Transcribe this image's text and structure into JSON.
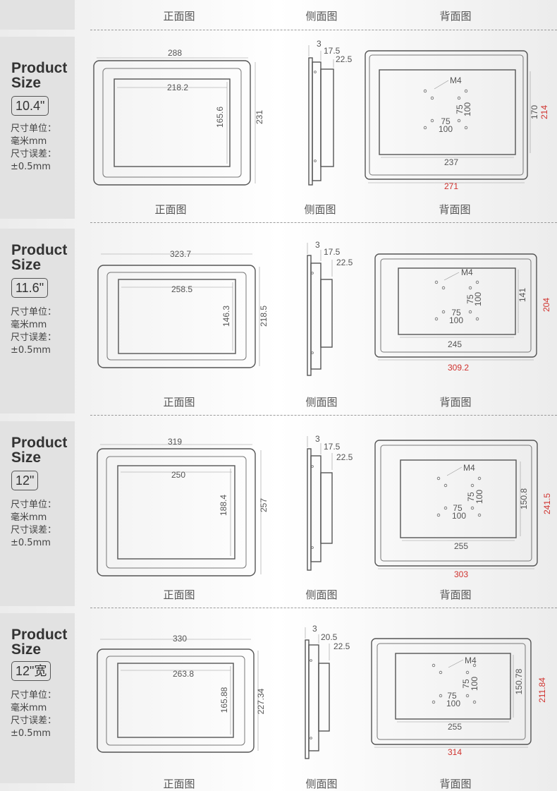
{
  "view_labels": {
    "front": "正面图",
    "side": "侧面图",
    "back": "背面图"
  },
  "panels": [
    {
      "title": "Product Size",
      "size": "10.4\"",
      "unit_label": "尺寸单位：",
      "unit_value": "毫米mm",
      "tol_label": "尺寸误差：",
      "tol_value": "±0.5mm",
      "front": {
        "outer_w": "288",
        "outer_h": "231",
        "screen_w": "218.2",
        "screen_h": "165.6"
      },
      "side": {
        "d1": "3",
        "d2": "17.5",
        "d3": "22.5"
      },
      "back": {
        "vesa_label": "M4",
        "vesa_a": "75",
        "vesa_b": "100",
        "inner_w": "237",
        "inner_h": "170",
        "outer_w": "271",
        "outer_h": "214"
      }
    },
    {
      "title": "Product Size",
      "size": "11.6\"",
      "unit_label": "尺寸单位：",
      "unit_value": "毫米mm",
      "tol_label": "尺寸误差：",
      "tol_value": "±0.5mm",
      "front": {
        "outer_w": "323.7",
        "outer_h": "218.5",
        "screen_w": "258.5",
        "screen_h": "146.3"
      },
      "side": {
        "d1": "3",
        "d2": "17.5",
        "d3": "22.5"
      },
      "back": {
        "vesa_label": "M4",
        "vesa_a": "75",
        "vesa_b": "100",
        "inner_w": "245",
        "inner_h": "141",
        "outer_w": "309.2",
        "outer_h": "204"
      }
    },
    {
      "title": "Product Size",
      "size": "12\"",
      "unit_label": "尺寸单位：",
      "unit_value": "毫米mm",
      "tol_label": "尺寸误差：",
      "tol_value": "±0.5mm",
      "front": {
        "outer_w": "319",
        "outer_h": "257",
        "screen_w": "250",
        "screen_h": "188.4"
      },
      "side": {
        "d1": "3",
        "d2": "17.5",
        "d3": "22.5"
      },
      "back": {
        "vesa_label": "M4",
        "vesa_a": "75",
        "vesa_b": "100",
        "inner_w": "255",
        "inner_h": "150.8",
        "outer_w": "303",
        "outer_h": "241.5"
      }
    },
    {
      "title": "Product Size",
      "size": "12\"宽",
      "unit_label": "尺寸单位：",
      "unit_value": "毫米mm",
      "tol_label": "尺寸误差：",
      "tol_value": "±0.5mm",
      "front": {
        "outer_w": "330",
        "outer_h": "227.34",
        "screen_w": "263.8",
        "screen_h": "165.88"
      },
      "side": {
        "d1": "3",
        "d2": "20.5",
        "d3": "22.5"
      },
      "back": {
        "vesa_label": "M4",
        "vesa_a": "75",
        "vesa_b": "100",
        "inner_w": "255",
        "inner_h": "150.78",
        "outer_w": "314",
        "outer_h": "211.84"
      }
    }
  ]
}
